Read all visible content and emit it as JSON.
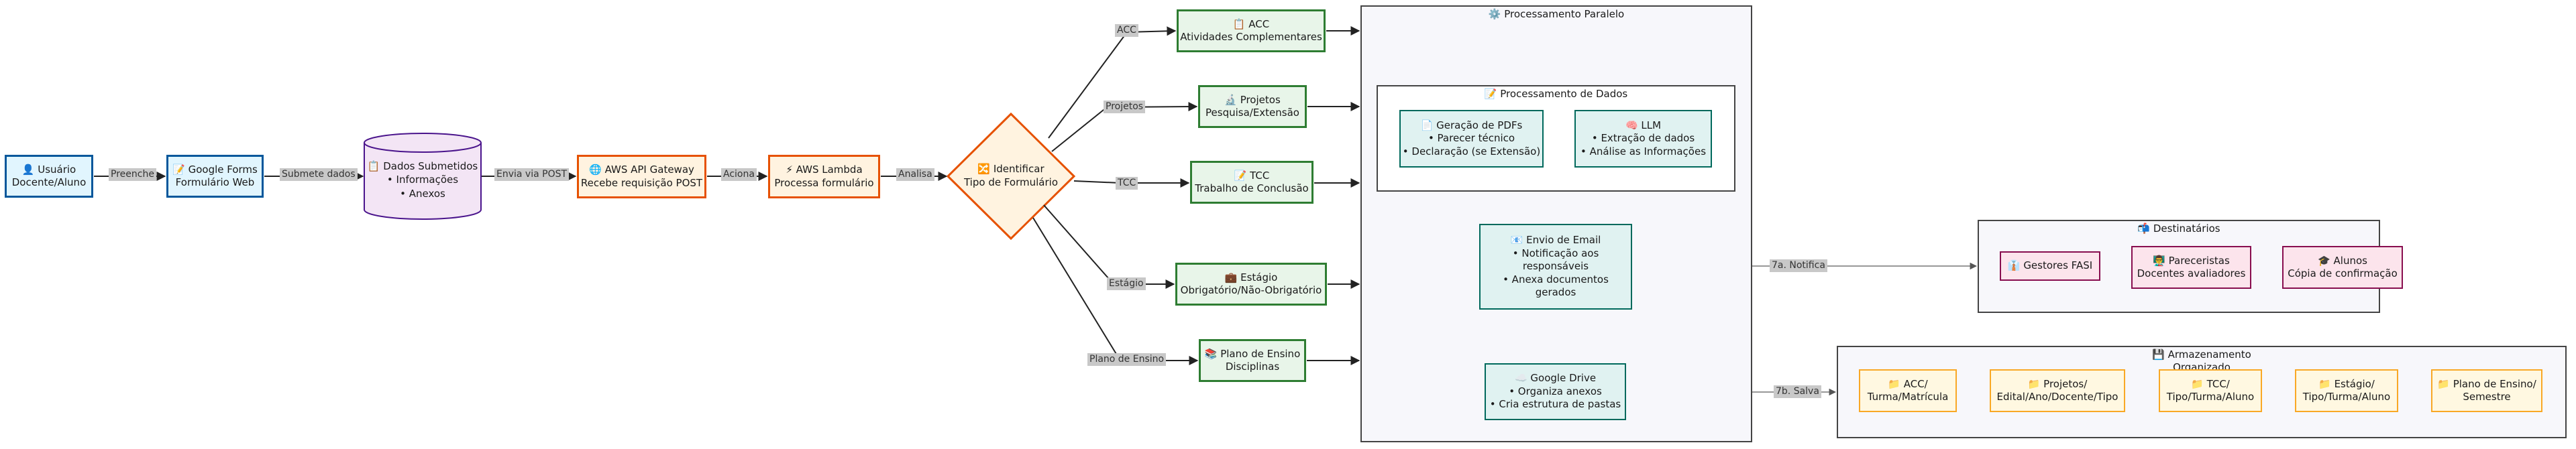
{
  "nodes": {
    "usuario": {
      "icon": "👤",
      "title": "Usuário",
      "line2": "Docente/Aluno"
    },
    "forms": {
      "icon": "📝",
      "title": "Google Forms",
      "line2": "Formulário Web"
    },
    "dados": {
      "icon": "📋",
      "title": "Dados Submetidos",
      "line2": "• Informações",
      "line3": "• Anexos"
    },
    "api": {
      "icon": "🌐",
      "title": "AWS API Gateway",
      "line2": "Recebe requisição POST"
    },
    "lambda": {
      "icon": "⚡",
      "title": "AWS Lambda",
      "line2": "Processa formulário"
    },
    "tipo": {
      "icon": "🔀",
      "title": "Identificar",
      "line2": "Tipo de Formulário"
    },
    "acc": {
      "icon": "📋",
      "title": "ACC",
      "line2": "Atividades Complementares"
    },
    "projetos": {
      "icon": "🔬",
      "title": "Projetos",
      "line2": "Pesquisa/Extensão"
    },
    "tcc": {
      "icon": "📝",
      "title": "TCC",
      "line2": "Trabalho de Conclusão"
    },
    "estagio": {
      "icon": "💼",
      "title": "Estágio",
      "line2": "Obrigatório/Não-Obrigatório"
    },
    "plano": {
      "icon": "📚",
      "title": "Plano de Ensino",
      "line2": "Disciplinas"
    },
    "pdf": {
      "icon": "📄",
      "title": "Geração de PDFs",
      "line2": "• Parecer técnico",
      "line3": "• Declaração (se Extensão)"
    },
    "llm": {
      "icon": "🧠",
      "title": "LLM",
      "line2": "• Extração de dados",
      "line3": "• Análise as Informações"
    },
    "email": {
      "icon": "📧",
      "title": "Envio de Email",
      "line2": "• Notificação aos",
      "line3": "responsáveis",
      "line4": "• Anexa documentos",
      "line5": "gerados"
    },
    "drive": {
      "icon": "☁️",
      "title": "Google Drive",
      "line2": "• Organiza anexos",
      "line3": "• Cria estrutura de pastas"
    },
    "gestores": {
      "icon": "👔",
      "title": "Gestores FASI"
    },
    "pareceristas": {
      "icon": "👨‍🏫",
      "title": "Pareceristas",
      "line2": "Docentes avaliadores"
    },
    "alunos": {
      "icon": "🎓",
      "title": "Alunos",
      "line2": "Cópia de confirmação"
    },
    "f_acc": {
      "icon": "📁",
      "title": "ACC/",
      "line2": "Turma/Matrícula"
    },
    "f_proj": {
      "icon": "📁",
      "title": "Projetos/",
      "line2": "Edital/Ano/Docente/Tipo"
    },
    "f_tcc": {
      "icon": "📁",
      "title": "TCC/",
      "line2": "Tipo/Turma/Aluno"
    },
    "f_est": {
      "icon": "📁",
      "title": "Estágio/",
      "line2": "Tipo/Turma/Aluno"
    },
    "f_plano": {
      "icon": "📁",
      "title": "Plano de Ensino/",
      "line2": "Semestre"
    }
  },
  "clusters": {
    "paralelo": {
      "icon": "⚙️",
      "title": "Processamento Paralelo"
    },
    "dados": {
      "icon": "📝",
      "title": "Processamento de Dados"
    },
    "destinatarios": {
      "icon": "📬",
      "title": "Destinatários"
    },
    "armazenamento": {
      "icon": "💾",
      "title": "Armazenamento",
      "line2": "Organizado"
    }
  },
  "edges": {
    "preenche": "Preenche",
    "submete": "Submete dados",
    "envia": "Envia via POST",
    "aciona": "Aciona",
    "analisa": "Analisa",
    "acc": "ACC",
    "projetos": "Projetos",
    "tcc": "TCC",
    "estagio": "Estágio",
    "plano": "Plano de Ensino",
    "notifica": "7a. Notifica",
    "salva": "7b. Salva"
  },
  "colors": {
    "edge": "#222222",
    "blue_fill": "#e1f5fe",
    "blue_stroke": "#01579b",
    "purple_fill": "#f3e5f5",
    "purple_stroke": "#4a148c",
    "orange_fill": "#fff3e0",
    "orange_stroke": "#e65100",
    "green_fill": "#e8f5e9",
    "green_stroke": "#2e7d32",
    "teal_fill": "#e0f2f1",
    "teal_stroke": "#00695c",
    "pink_fill": "#fce4ec",
    "pink_stroke": "#880e4f",
    "yellow_fill": "#fff8e1",
    "yellow_stroke": "#f9a825",
    "gray_edge": "#777777"
  }
}
